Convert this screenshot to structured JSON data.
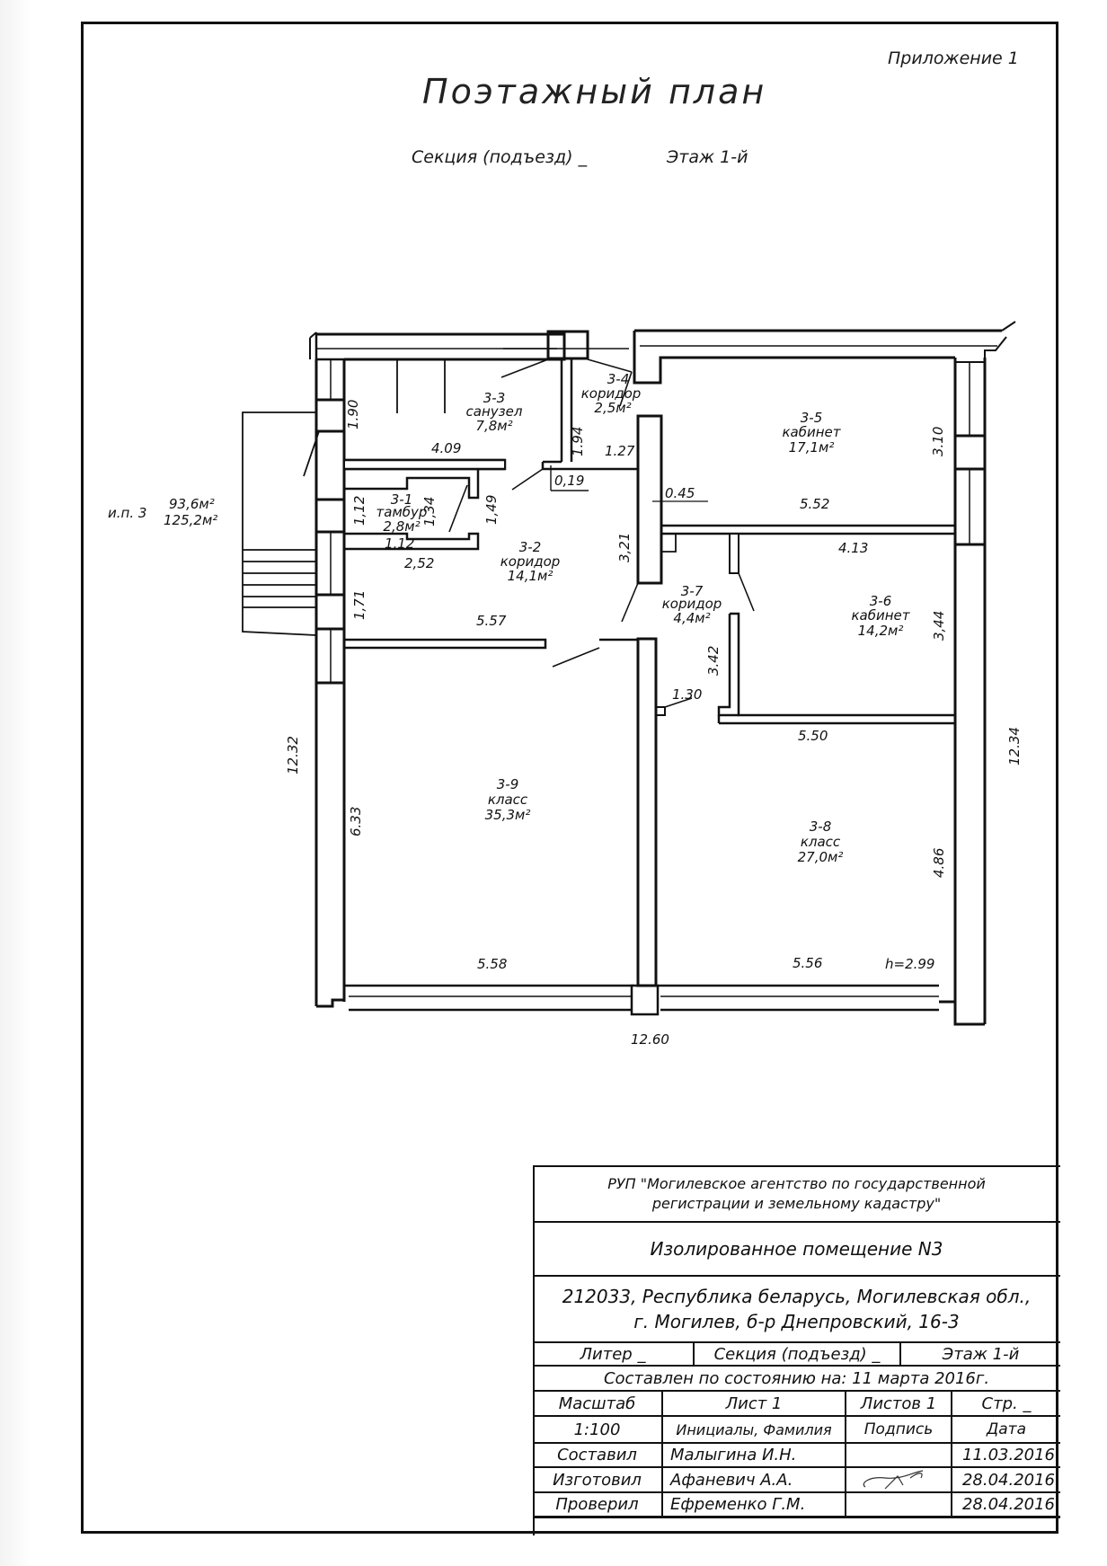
{
  "header": {
    "appendix": "Приложение 1",
    "title": "Поэтажный план",
    "section": "Секция (подъезд) _",
    "floor": "Этаж 1-й"
  },
  "plan": {
    "premise_label": "и.п. 3",
    "premise_area_main": "93,6м²",
    "premise_area_total": "125,2м²",
    "ceiling_height": "h=2.99",
    "rooms": [
      {
        "id": "3-1",
        "name": "тамбур",
        "area": "2,8м²"
      },
      {
        "id": "3-2",
        "name": "коридор",
        "area": "14,1м²"
      },
      {
        "id": "3-3",
        "name": "санузел",
        "area": "7,8м²"
      },
      {
        "id": "3-4",
        "name": "коридор",
        "area": "2,5м²"
      },
      {
        "id": "3-5",
        "name": "кабинет",
        "area": "17,1м²"
      },
      {
        "id": "3-6",
        "name": "кабинет",
        "area": "14,2м²"
      },
      {
        "id": "3-7",
        "name": "коридор",
        "area": "4,4м²"
      },
      {
        "id": "3-8",
        "name": "класс",
        "area": "27,0м²"
      },
      {
        "id": "3-9",
        "name": "класс",
        "area": "35,3м²"
      }
    ],
    "dimensions": {
      "d_1_90": "1.90",
      "d_4_09": "4.09",
      "d_1_94": "1.94",
      "d_1_27": "1.27",
      "d_0_19": "0,19",
      "d_1_12_a": "1,12",
      "d_1_34": "1,34",
      "d_1_49": "1,49",
      "d_1_12_b": "1,12",
      "d_2_52": "2,52",
      "d_1_71": "1,71",
      "d_5_57": "5.57",
      "d_3_21": "3,21",
      "d_0_45": "0.45",
      "d_5_52": "5.52",
      "d_3_10": "3.10",
      "d_4_13": "4.13",
      "d_3_44": "3,44",
      "d_3_42": "3.42",
      "d_1_30": "1.30",
      "d_5_50": "5.50",
      "d_12_32": "12.32",
      "d_12_34": "12.34",
      "d_6_33": "6.33",
      "d_4_86": "4.86",
      "d_5_58": "5.58",
      "d_5_56": "5.56",
      "d_12_60": "12.60"
    }
  },
  "title_block": {
    "organization_line1": "РУП \"Могилевское агентство по государственной",
    "organization_line2": "регистрации и земельному кадастру\"",
    "object": "Изолированное помещение N3",
    "address_line1": "212033, Республика беларусь, Могилевская обл.,",
    "address_line2": "г. Могилев, б-р Днепровский, 16-3",
    "liter": "Литер _",
    "section": "Секция (подъезд) _",
    "floor": "Этаж 1-й",
    "as_of": "Составлен по состоянию на: 11 марта 2016г.",
    "scale_label": "Масштаб",
    "sheet": "Лист 1",
    "sheets": "Листов 1",
    "page": "Стр. _",
    "scale_value": "1:100",
    "col_name": "Инициалы, Фамилия",
    "col_sign": "Подпись",
    "col_date": "Дата",
    "signatories": [
      {
        "role": "Составил",
        "name": "Малыгина И.Н.",
        "date": "11.03.2016"
      },
      {
        "role": "Изготовил",
        "name": "Афаневич А.А.",
        "date": "28.04.2016"
      },
      {
        "role": "Проверил",
        "name": "Ефременко Г.М.",
        "date": "28.04.2016"
      }
    ]
  }
}
